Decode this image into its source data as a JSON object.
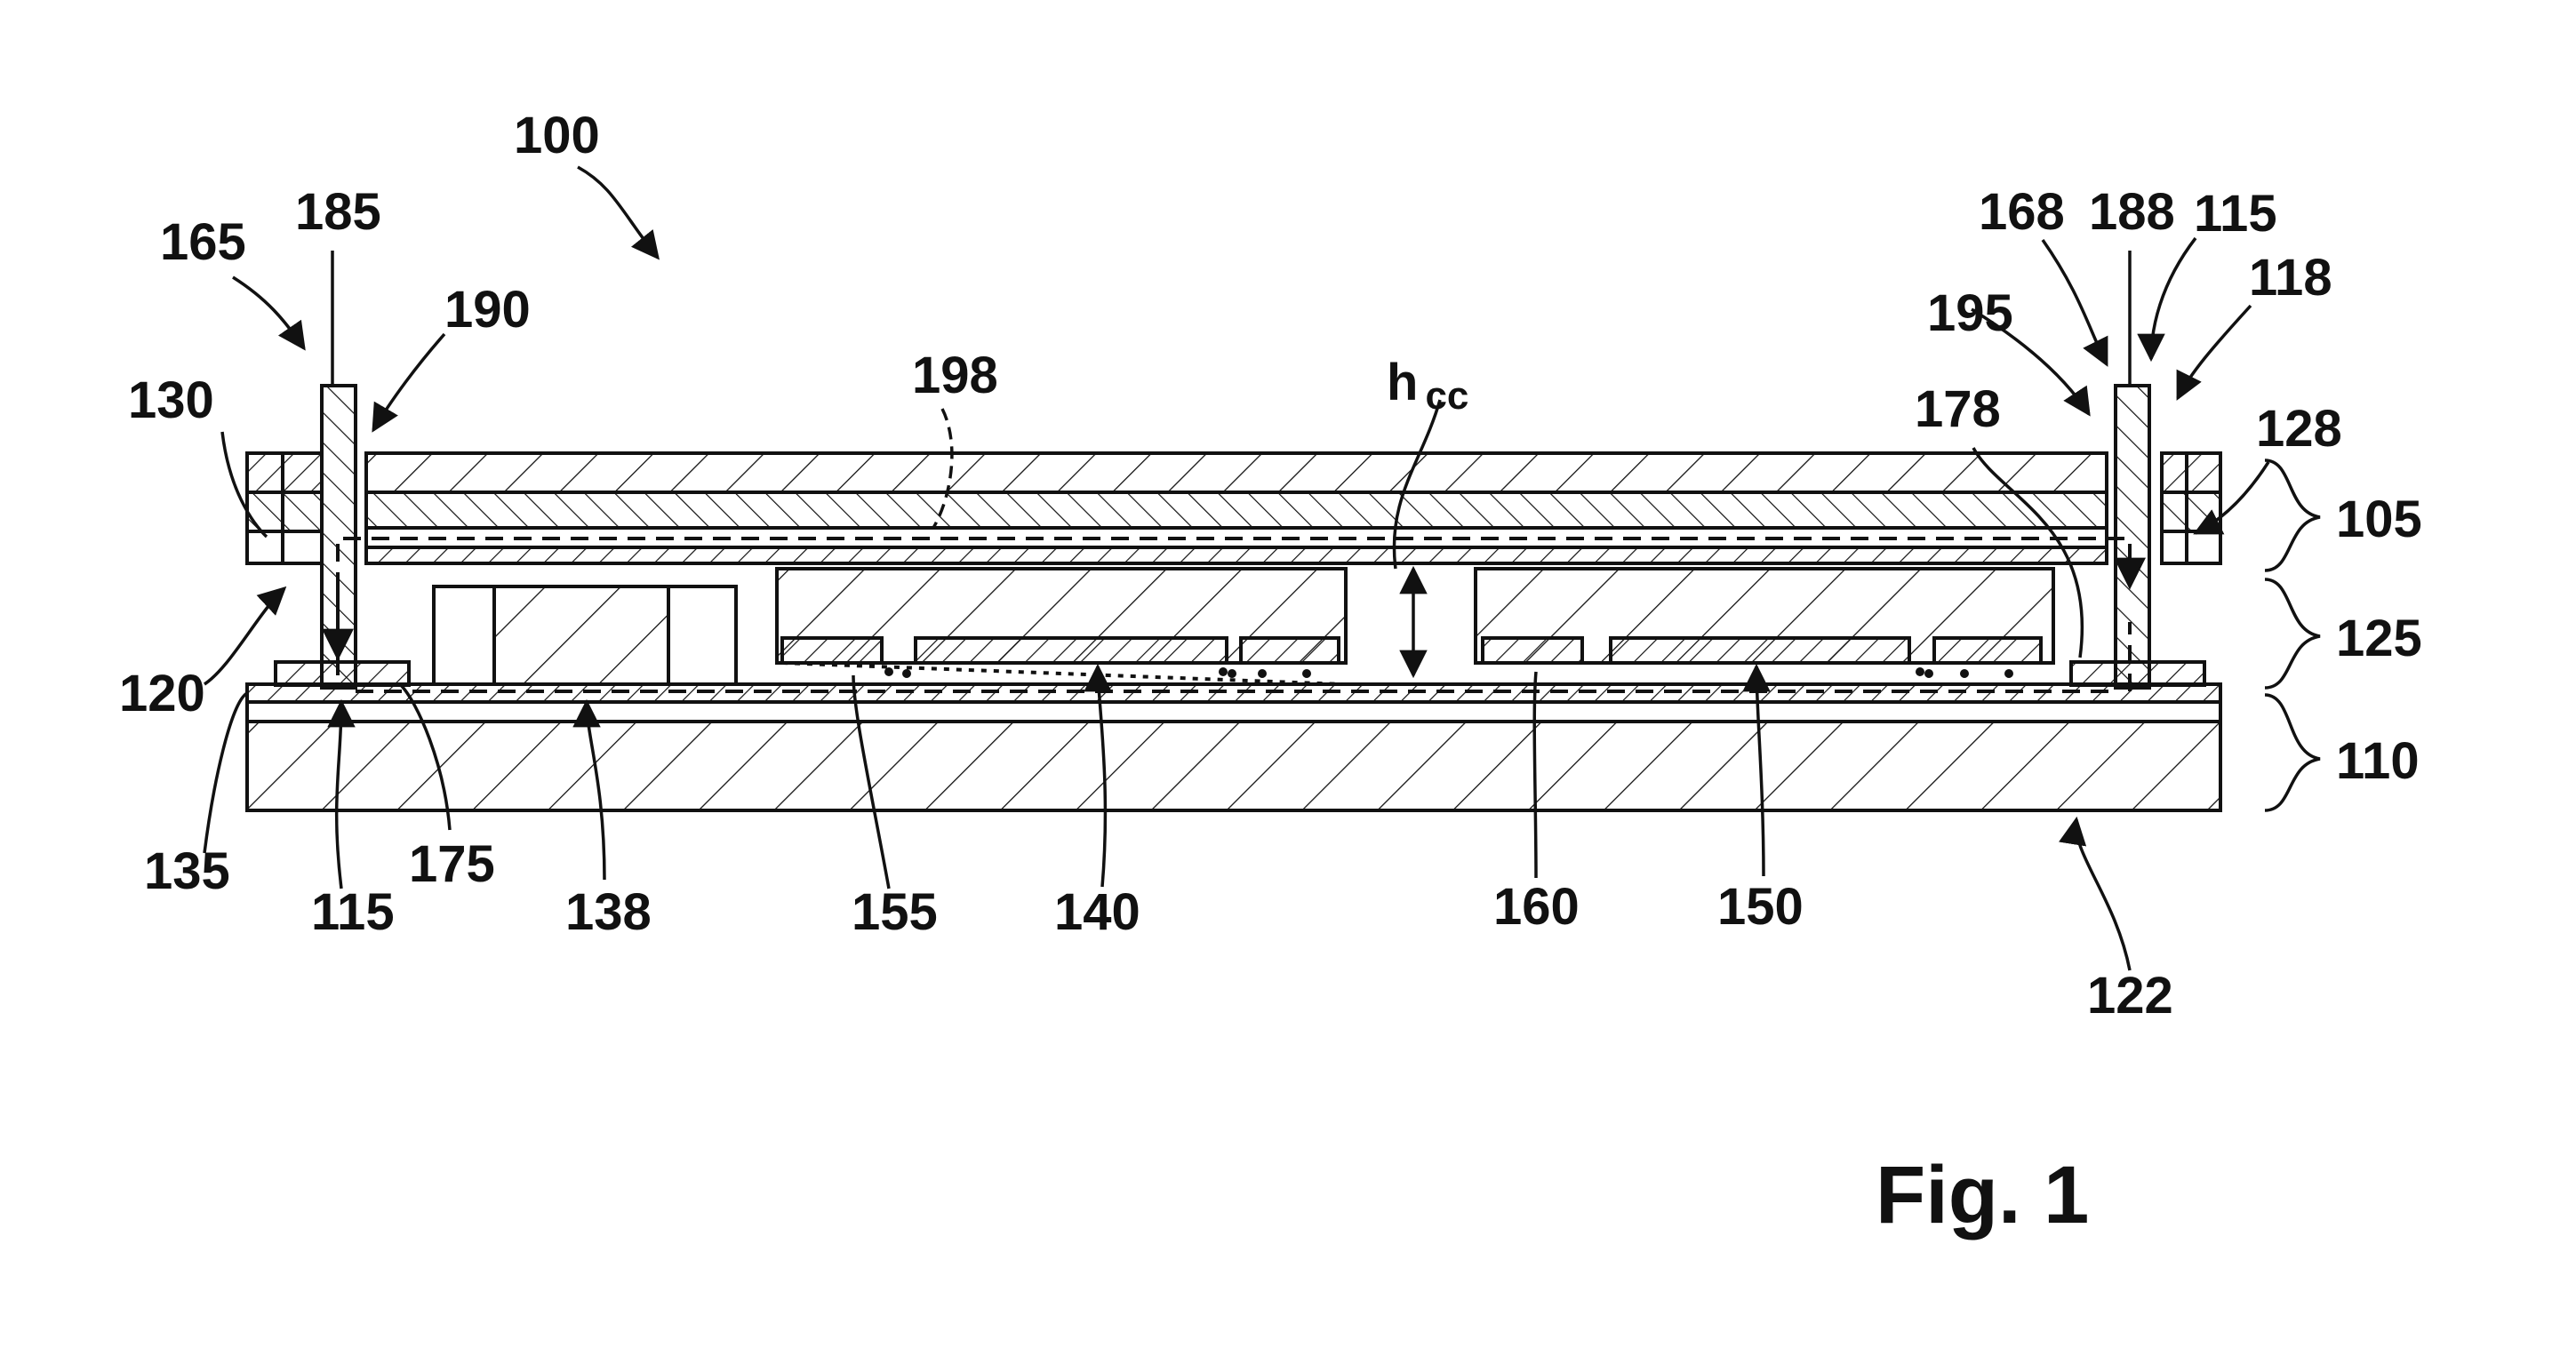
{
  "colors": {
    "ink": "#111111",
    "background": "#ffffff"
  },
  "figure_label": "Fig. 1",
  "height_marker": {
    "main": "h",
    "subscript": "cc"
  },
  "labels": {
    "l100": "100",
    "l105": "105",
    "l110": "110",
    "l115a": "115",
    "l115b": "115",
    "l118": "118",
    "l120": "120",
    "l122": "122",
    "l125": "125",
    "l128": "128",
    "l130": "130",
    "l135": "135",
    "l138": "138",
    "l140": "140",
    "l150": "150",
    "l155": "155",
    "l160": "160",
    "l165": "165",
    "l168": "168",
    "l175": "175",
    "l178": "178",
    "l185": "185",
    "l188": "188",
    "l190": "190",
    "l195": "195",
    "l198": "198"
  }
}
